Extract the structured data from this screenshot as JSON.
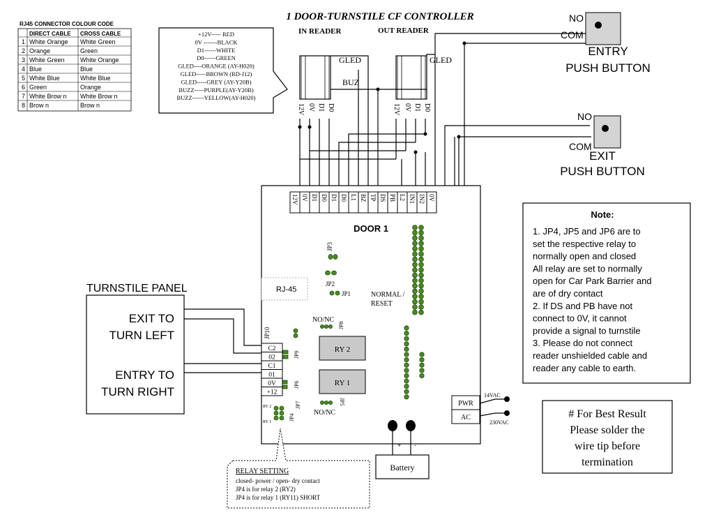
{
  "title": "1 DOOR-TURNSTILE CF CONTROLLER",
  "rj45_table": {
    "header": "RJ45 CONNECTOR COLOUR CODE",
    "col_direct": "DIRECT CABLE",
    "col_cross": "CROSS CABLE",
    "rows": [
      {
        "n": "1",
        "direct": "White Orange",
        "cross": "White Green"
      },
      {
        "n": "2",
        "direct": "Orange",
        "cross": "Green"
      },
      {
        "n": "3",
        "direct": "White Green",
        "cross": "White Orange"
      },
      {
        "n": "4",
        "direct": "Blue",
        "cross": "Blue"
      },
      {
        "n": "5",
        "direct": "White Blue",
        "cross": "White Blue"
      },
      {
        "n": "6",
        "direct": "Green",
        "cross": "Orange"
      },
      {
        "n": "7",
        "direct": "White Brow n",
        "cross": "White Brow n"
      },
      {
        "n": "8",
        "direct": "Brow n",
        "cross": "Brow n"
      }
    ]
  },
  "wire_legend": [
    "+12V----- RED",
    "0V -------BLACK",
    "D1------WHITE",
    "D0------GREEN",
    "GLED----ORANGE (AY-H020)",
    "GLED-----BROWN (RD-J12)",
    "GLED-----GREY (AY-Y20B)",
    "BUZZ-----PURPLE(AY-Y20B)",
    "BUZZ------YELLOW(AY-H020)"
  ],
  "readers": {
    "in_label": "IN READER",
    "out_label": "OUT READER",
    "in_pins": [
      "12V",
      "0V",
      "D1",
      "D0"
    ],
    "out_pins": [
      "12V",
      "0V",
      "D1",
      "D0"
    ],
    "gled1": "GLED",
    "gled2": "GLED",
    "buz": "BUZ"
  },
  "entry_button": {
    "no": "NO",
    "com": "COM",
    "line1": "ENTRY",
    "line2": "PUSH BUTTON"
  },
  "exit_button": {
    "no": "NO",
    "com": "COM",
    "line1": "EXIT",
    "line2": "PUSH BUTTON"
  },
  "terminals": [
    "12V",
    "0V",
    "D1",
    "D0",
    "D1",
    "D0",
    "L1",
    "BZ",
    "TP",
    "DS",
    "PB",
    "L2",
    "IN1",
    "IN2",
    "0V"
  ],
  "controller": {
    "door_label": "DOOR 1",
    "rj45": "RJ-45",
    "jp1": "JP1",
    "jp2": "JP2",
    "jp3": "JP3",
    "jp4": "JP4",
    "jp5": "JP5",
    "jp6": "JP6",
    "jp7": "JP7",
    "jp8": "JP8",
    "jp9": "JP9",
    "jp10": "JP10",
    "normal": "NORMAL /",
    "reset": "RESET",
    "nonc_top": "NO/NC",
    "nonc_bottom": "NO/NC",
    "ry2": "RY 2",
    "ry1": "RY 1",
    "ry2_small": "RY 2",
    "ry1_small": "RY 1",
    "left_terms": [
      "C2",
      "02",
      "C1",
      "01",
      "0V",
      "+12"
    ]
  },
  "turnstile": {
    "heading": "TURNSTILE PANEL",
    "exit1": "EXIT TO",
    "exit2": "TURN LEFT",
    "entry1": "ENTRY TO",
    "entry2": "TURN RIGHT"
  },
  "power": {
    "pwr": "PWR",
    "ac": "AC",
    "v14": "14VAC",
    "v230": "230VAC"
  },
  "battery": {
    "label": "Battery",
    "plus": "+",
    "minus": "-"
  },
  "note": {
    "title": "Note:",
    "lines": [
      "1. JP4, JP5 and JP6 are to",
      "set the respective relay to",
      "normally open and closed",
      "All relay are set to normally",
      "open for Car Park Barrier and",
      "are of dry contact",
      "2. If DS and PB have not",
      "connect to 0V, it cannot",
      "provide a signal to turnstile",
      "3. Please do not connect",
      "reader unshielded cable and",
      "reader any cable to earth."
    ]
  },
  "tip": {
    "lines": [
      "# For Best Result",
      "Please solder the",
      "wire tip before",
      "termination"
    ]
  },
  "relay_setting": {
    "title": "RELAY SETTING",
    "lines": [
      "closed- power / open- dry contact",
      "JP4  is for relay 2 (RY2)",
      "JP4 is for relay 1 (RY11) SHORT"
    ]
  }
}
